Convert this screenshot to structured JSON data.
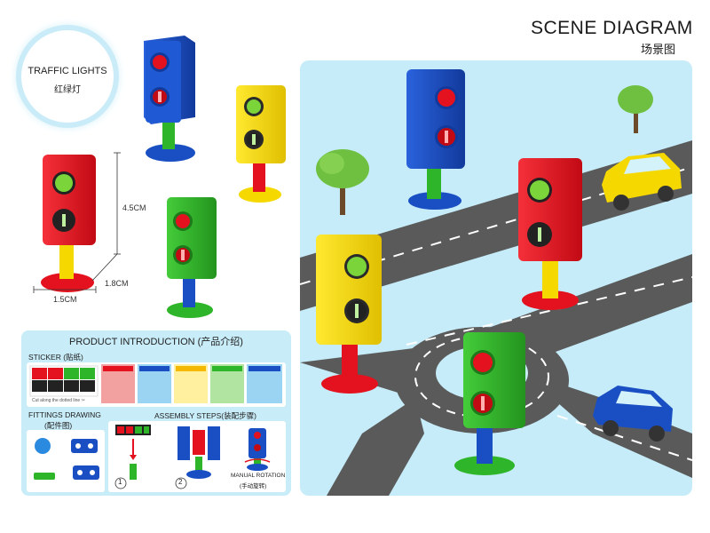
{
  "header": {
    "title_en": "SCENE DIAGRAM",
    "title_cn": "场景图"
  },
  "badge": {
    "title_en": "TRAFFIC LIGHTS",
    "title_cn": "红绿灯"
  },
  "dimensions": {
    "height": "4.5CM",
    "depth": "1.8CM",
    "width": "1.5CM"
  },
  "intro": {
    "title": "PRODUCT INTRODUCTION (产品介绍)",
    "sticker_label": "STICKER (贴纸)",
    "sticker_caption": "Cut along the dotted line ✂",
    "fittings_label": "FITTINGS DRAWING",
    "fittings_cn": "(配件图)",
    "assembly_label": "ASSEMBLY STEPS(装配步骤)",
    "step1": "1",
    "step2": "2",
    "manual_rotation": "MANUAL ROTATION",
    "manual_rotation_cn": "(手动旋转)",
    "mini_card_title": "Installation Notes"
  },
  "colors": {
    "blue": "#1a4fc4",
    "yellow": "#f5d800",
    "red": "#e4121e",
    "green": "#2fb52a",
    "road": "#5a5a5a",
    "scene_bg": "#c6ecf9"
  }
}
